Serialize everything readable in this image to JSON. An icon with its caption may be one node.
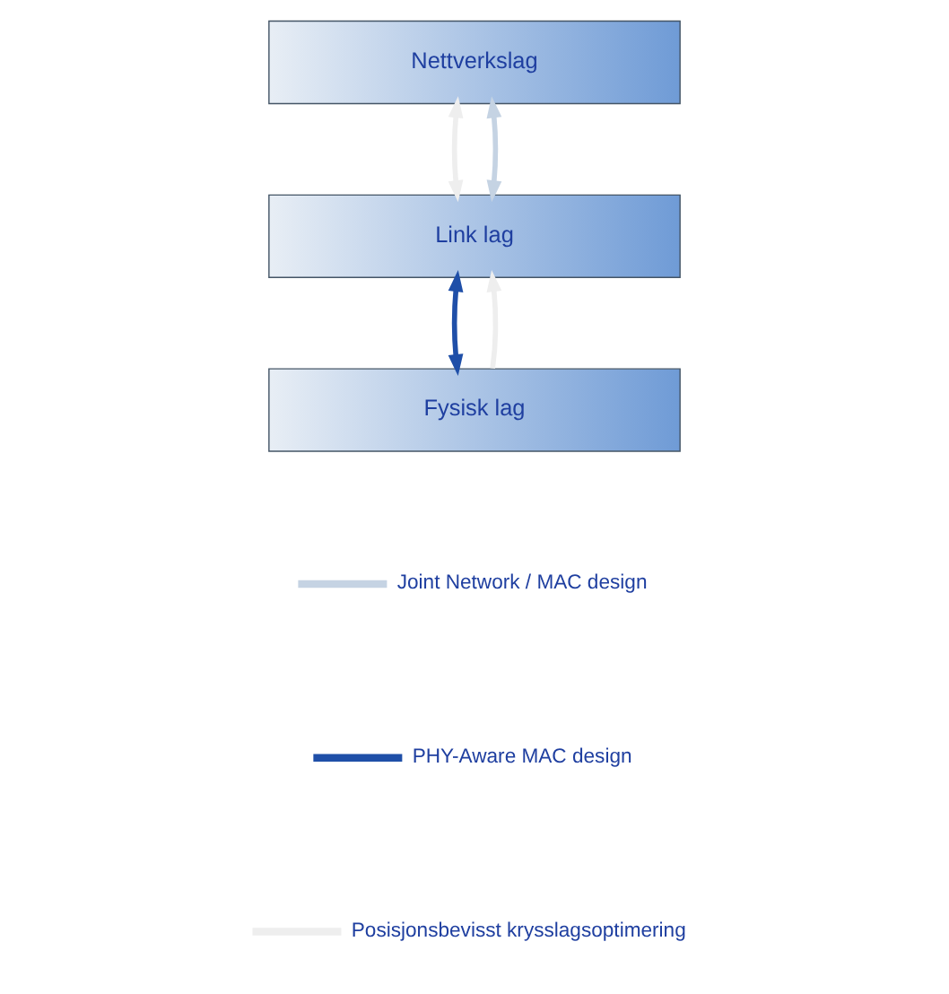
{
  "diagram": {
    "nodes": [
      {
        "text": [
          "Nettverkslag"
        ]
      },
      {
        "text": [
          "Link lag"
        ]
      },
      {
        "text": [
          "Fysisk lag"
        ]
      }
    ],
    "edges": [
      {
        "from": 0,
        "to": 1,
        "arrow": "both",
        "color": "#eeeeee"
      },
      {
        "from": 0,
        "to": 1,
        "arrow": "both",
        "color": "#c5d3e3"
      },
      {
        "from": 2,
        "to": 1,
        "arrow": "to",
        "color": "#eeeeee"
      },
      {
        "from": 1,
        "to": 2,
        "arrow": "both",
        "color": "#1f4fa8"
      }
    ],
    "legend": [
      {
        "text": "Joint Network / MAC design"
      },
      {
        "text": "PHY-Aware MAC design"
      },
      {
        "text": "Posisjonsbevisst krysslagsoptimering"
      }
    ]
  }
}
